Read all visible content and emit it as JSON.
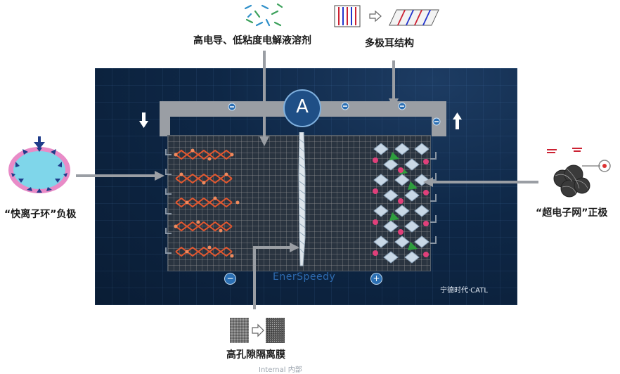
{
  "labels": {
    "electrolyte": "高电导、低粘度电解液溶剂",
    "tab": "多极耳结构",
    "anode": "“快离子环”负极",
    "cathode": "“超电子网”正极",
    "separator": "高孔隙隔离膜"
  },
  "panel": {
    "ammeter": "A",
    "brand": "EnerSpeedy",
    "company": "宁德时代·CATL",
    "minus_sign": "−",
    "plus_sign": "+"
  },
  "watermark": "Internal 内部",
  "colors": {
    "panel_bg": "#0e2746",
    "pipe": "#9a9ea4",
    "ammeter": "#1f4f86",
    "anode_atoms": "#e4572e",
    "cathode_pink": "#e0407a",
    "cathode_green": "#2e9e3e"
  }
}
